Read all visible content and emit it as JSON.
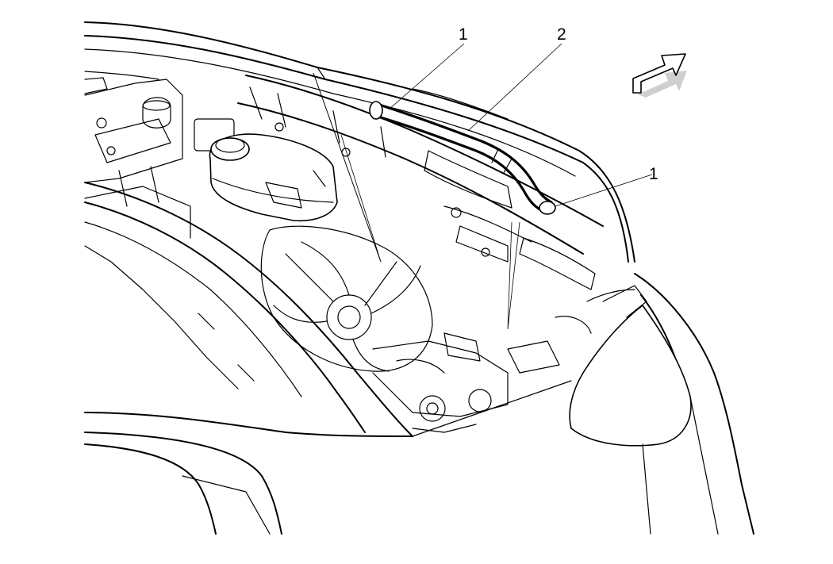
{
  "callouts": [
    {
      "label": "1"
    },
    {
      "label": "2"
    },
    {
      "label": "1"
    }
  ],
  "direction_arrow_icon": "arrow-up-right-icon"
}
